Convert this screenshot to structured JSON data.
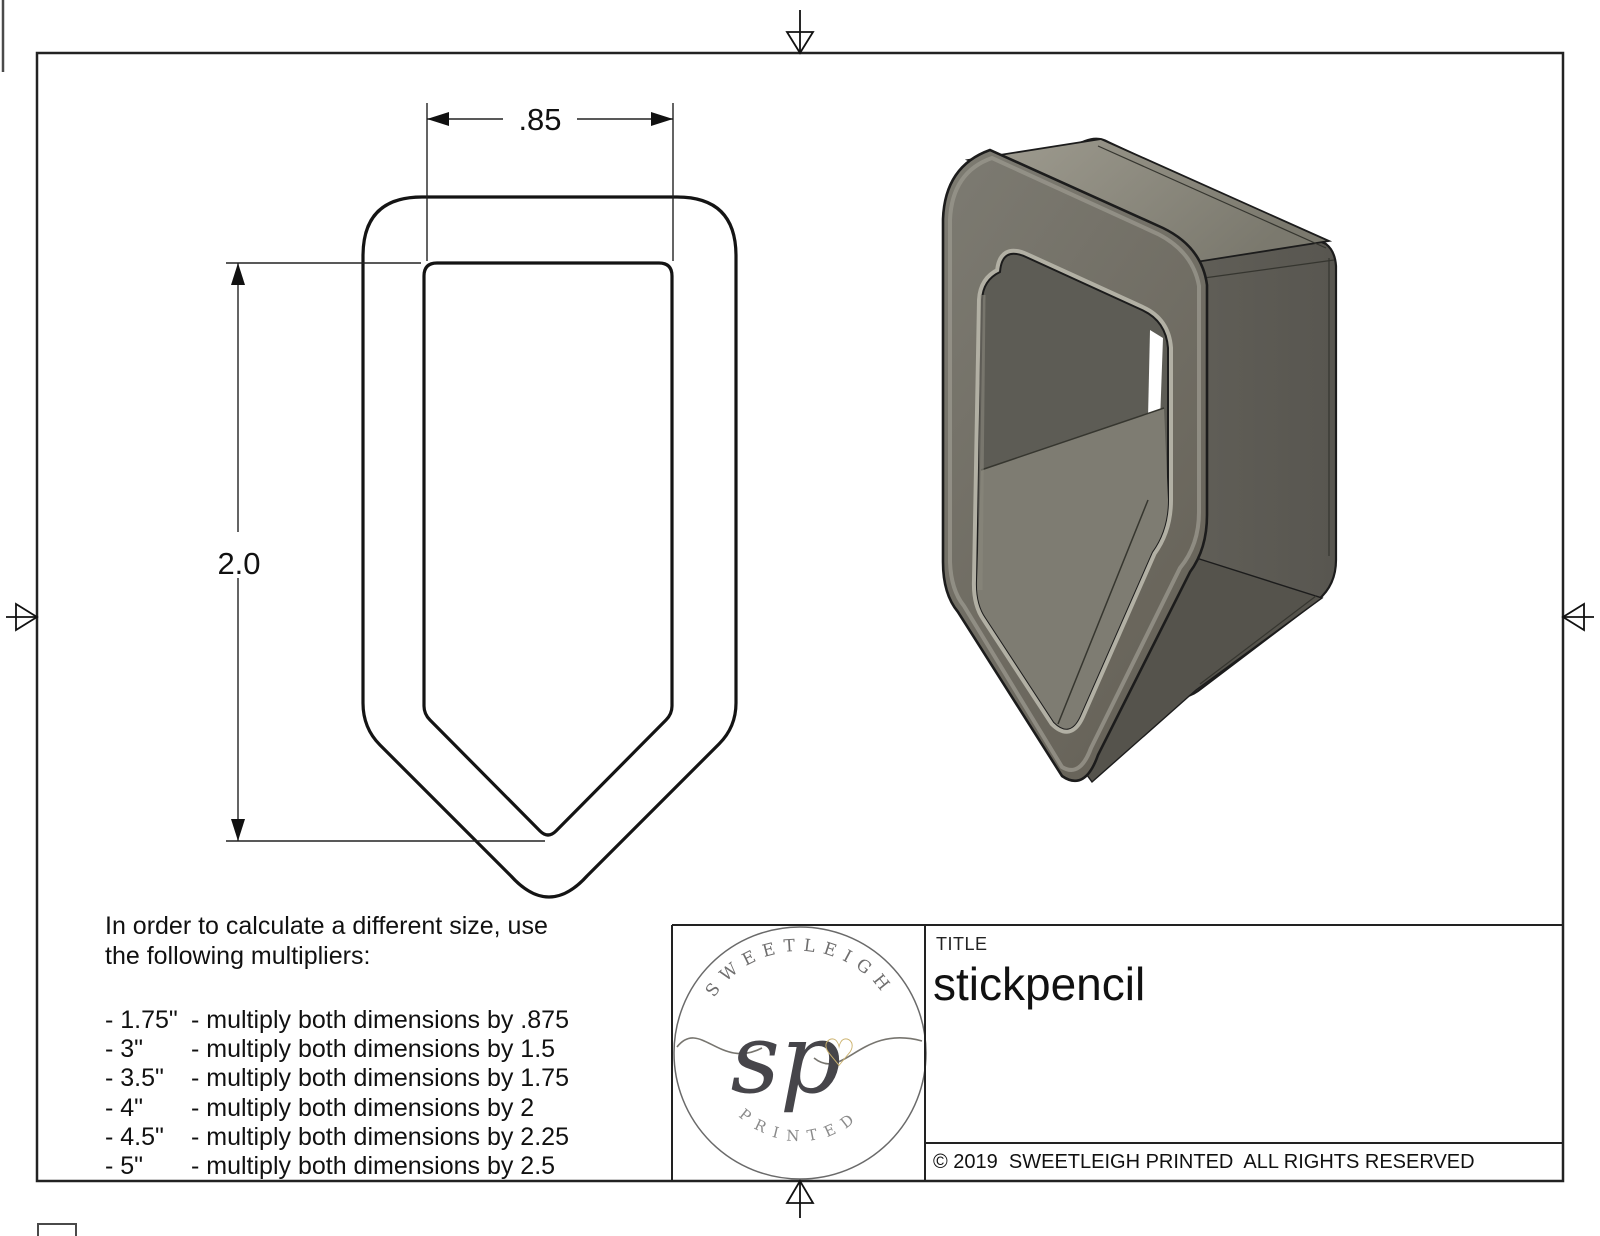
{
  "sheet": {
    "dims": {
      "width_label": ".85",
      "height_label": "2.0"
    },
    "note": {
      "heading1": "In order to calculate a different size, use",
      "heading2": "the following multipliers:",
      "rows": [
        {
          "size": "- 1.75\"",
          "text": "- multiply both dimensions by .875"
        },
        {
          "size": "- 3\"",
          "text": "- multiply both dimensions by 1.5"
        },
        {
          "size": "- 3.5\"",
          "text": "- multiply both dimensions by 1.75"
        },
        {
          "size": "- 4\"",
          "text": "- multiply both dimensions by 2"
        },
        {
          "size": "- 4.5\"",
          "text": "- multiply both dimensions by 2.25"
        },
        {
          "size": "- 5\"",
          "text": "- multiply both dimensions by 2.5"
        }
      ]
    },
    "title_block": {
      "label": "TITLE",
      "title": "stickpencil",
      "copyright": "© 2019  SWEETLEIGH PRINTED  ALL RIGHTS RESERVED"
    },
    "logo": {
      "arc_top": "SWEETLEIGH",
      "arc_bottom": "PRINTED",
      "monogram": "sp",
      "heart_glyph": "♡",
      "heart_color": "#ccb26e"
    },
    "render_colors": {
      "top_face": "#989588",
      "side_face": "#605e56",
      "flange_face": "#75736b",
      "inner_wall": "#5d5c55",
      "floor": "#7e7c72",
      "highlight": "#b2b0a4",
      "outline": "#1c1c1c"
    }
  }
}
